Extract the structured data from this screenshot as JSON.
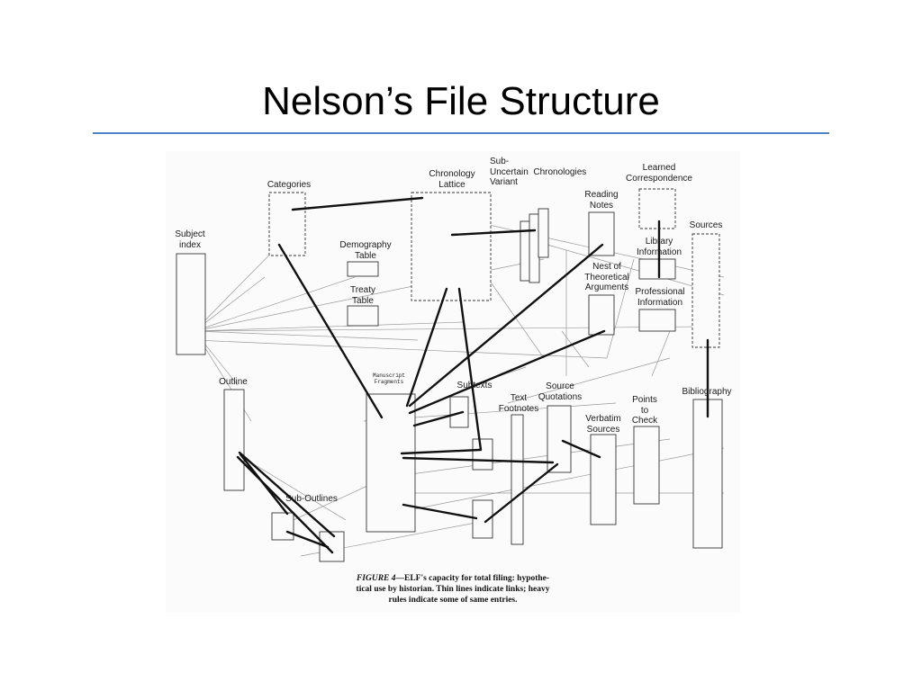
{
  "slide": {
    "title": "Nelson’s File Structure"
  },
  "figure": {
    "labels": {
      "categories": "Categories",
      "chronology_lattice": "Chronology\nLattice",
      "sub_uncertain": "Sub-\nUncertain  Chronologies\nVariant",
      "learned_correspondence": "Learned\nCorrespondence",
      "reading_notes": "Reading\nNotes",
      "subject_index": "Subject\nindex",
      "demography_table": "Demography\nTable",
      "library_information": "Library\nInformation",
      "sources": "Sources",
      "nest_arguments": "Nest of\nTheoretical\nArguments",
      "treaty_table": "Treaty\nTable",
      "professional_information": "Professional\nInformation",
      "outline": "Outline",
      "manuscript_fragments": "Manuscript\nFragments",
      "subtexts": "Subtexts",
      "source_quotations": "Source\nQuotations",
      "text_footnotes": "Text\nFootnotes",
      "points_to_check": "Points\nto\nCheck",
      "bibliography": "Bibliography",
      "verbatim_sources": "Verbatim\nSources",
      "sub_outlines": "Sub-Outlines"
    },
    "caption": {
      "figure_number": "FIGURE 4",
      "line1": "—ELF's capacity for total filing: hypothe-",
      "line2": "tical use by historian. Thin lines indicate links; heavy",
      "line3": "rules indicate some of same entries."
    }
  }
}
